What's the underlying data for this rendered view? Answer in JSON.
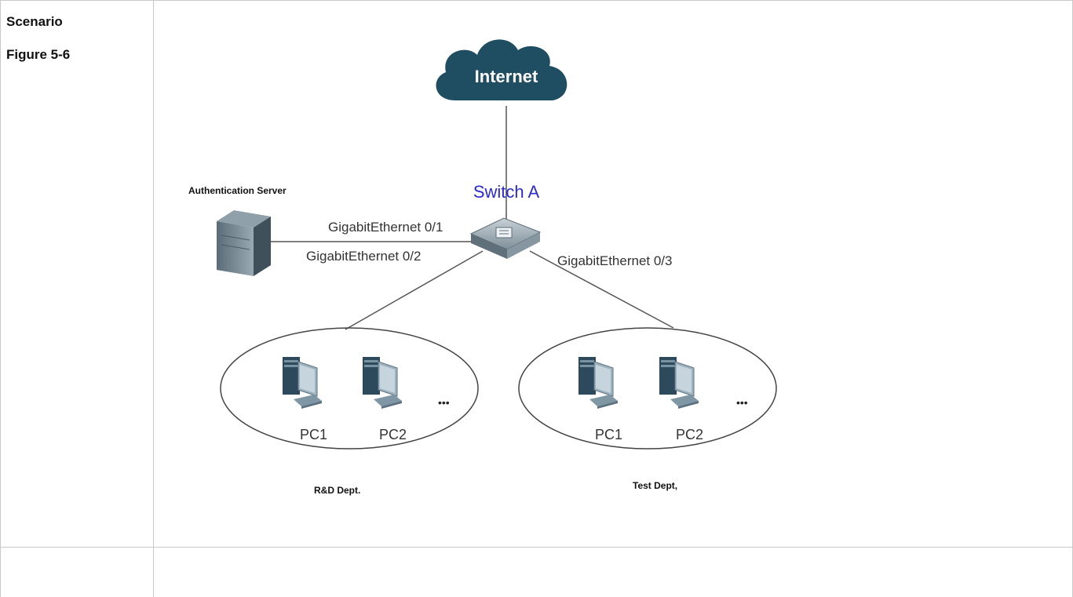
{
  "side": {
    "section_label": "Scenario",
    "figure_label": "Figure 5-6"
  },
  "diagram": {
    "cloud_label": "Internet",
    "switch_label": "Switch A",
    "server_label": "Authentication Server",
    "port_1": "GigabitEthernet 0/1",
    "port_2": "GigabitEthernet 0/2",
    "port_3": "GigabitEthernet 0/3",
    "groups": [
      {
        "name": "R&D Dept.",
        "pcs": [
          "PC1",
          "PC2"
        ],
        "more": "•••"
      },
      {
        "name": "Test Dept,",
        "pcs": [
          "PC1",
          "PC2"
        ],
        "more": "•••"
      }
    ]
  },
  "colors": {
    "cloud": "#1f4e63",
    "switch_label": "#2b2bd0",
    "border": "#c9c9c9"
  }
}
